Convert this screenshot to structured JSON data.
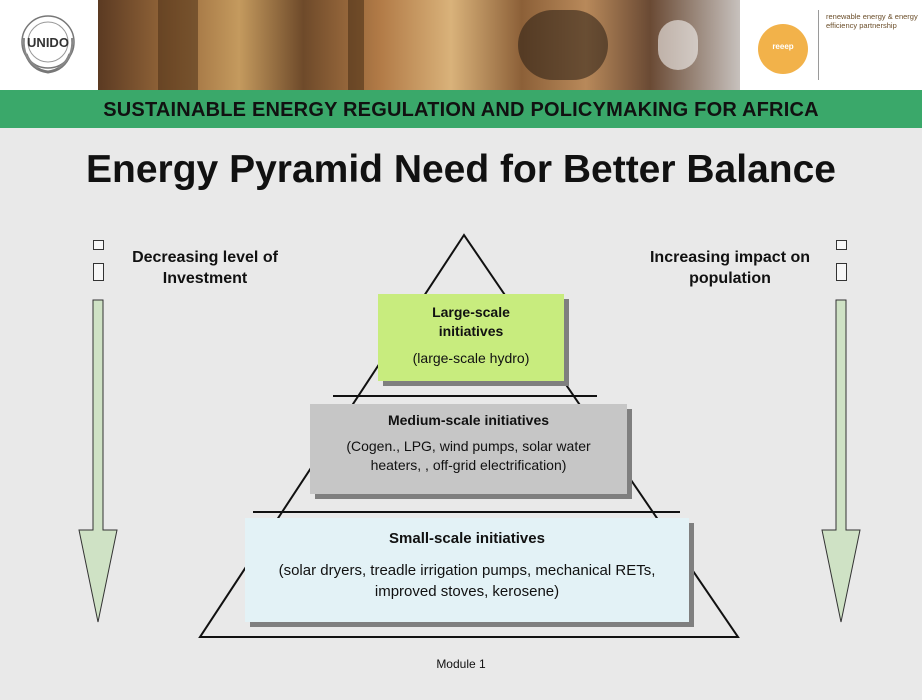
{
  "header": {
    "unido_logo_text": "UNIDO",
    "reeep_logo_text": "reeep",
    "reeep_tagline": "renewable energy & energy efficiency partnership",
    "banner_title": "SUSTAINABLE ENERGY REGULATION AND POLICYMAKING FOR AFRICA"
  },
  "slide": {
    "title": "Energy Pyramid Need for Better Balance",
    "left_label": "Decreasing level of Investment",
    "right_label": "Increasing impact on population",
    "footer": "Module 1"
  },
  "pyramid": {
    "top": {
      "heading": "Large-scale initiatives",
      "detail": "(large-scale hydro)",
      "color": "#c8ec7e"
    },
    "middle": {
      "heading": "Medium-scale initiatives",
      "detail": "(Cogen., LPG, wind pumps, solar water heaters, , off-grid electrification)",
      "color": "#c6c6c6"
    },
    "bottom": {
      "heading": "Small-scale initiatives",
      "detail": "(solar dryers, treadle irrigation pumps, mechanical RETs, improved stoves, kerosene)",
      "color": "#e3f2f6"
    }
  },
  "colors": {
    "banner_green": "#3aa86a",
    "arrow_fill": "#cfe2c5"
  }
}
